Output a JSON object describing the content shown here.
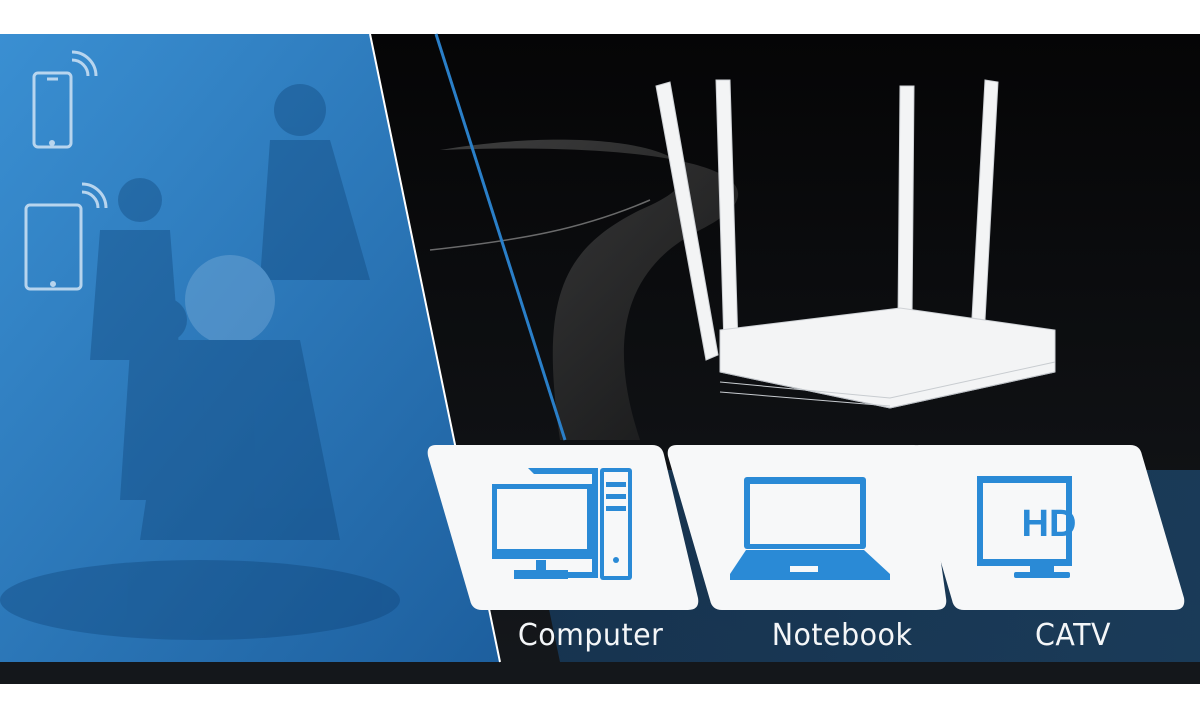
{
  "colors": {
    "accent": "#2a8ad6",
    "panel_blue": "#2f7fc4",
    "background": "#0d0f12"
  },
  "devices": [
    {
      "label": "Computer",
      "icon": "desktop-computer-icon"
    },
    {
      "label": "Notebook",
      "icon": "laptop-icon"
    },
    {
      "label": "CATV",
      "icon": "hd-tv-icon",
      "badge": "HD"
    }
  ],
  "wireless_devices": [
    {
      "icon": "smartphone-wifi-icon"
    },
    {
      "icon": "tablet-wifi-icon"
    }
  ]
}
